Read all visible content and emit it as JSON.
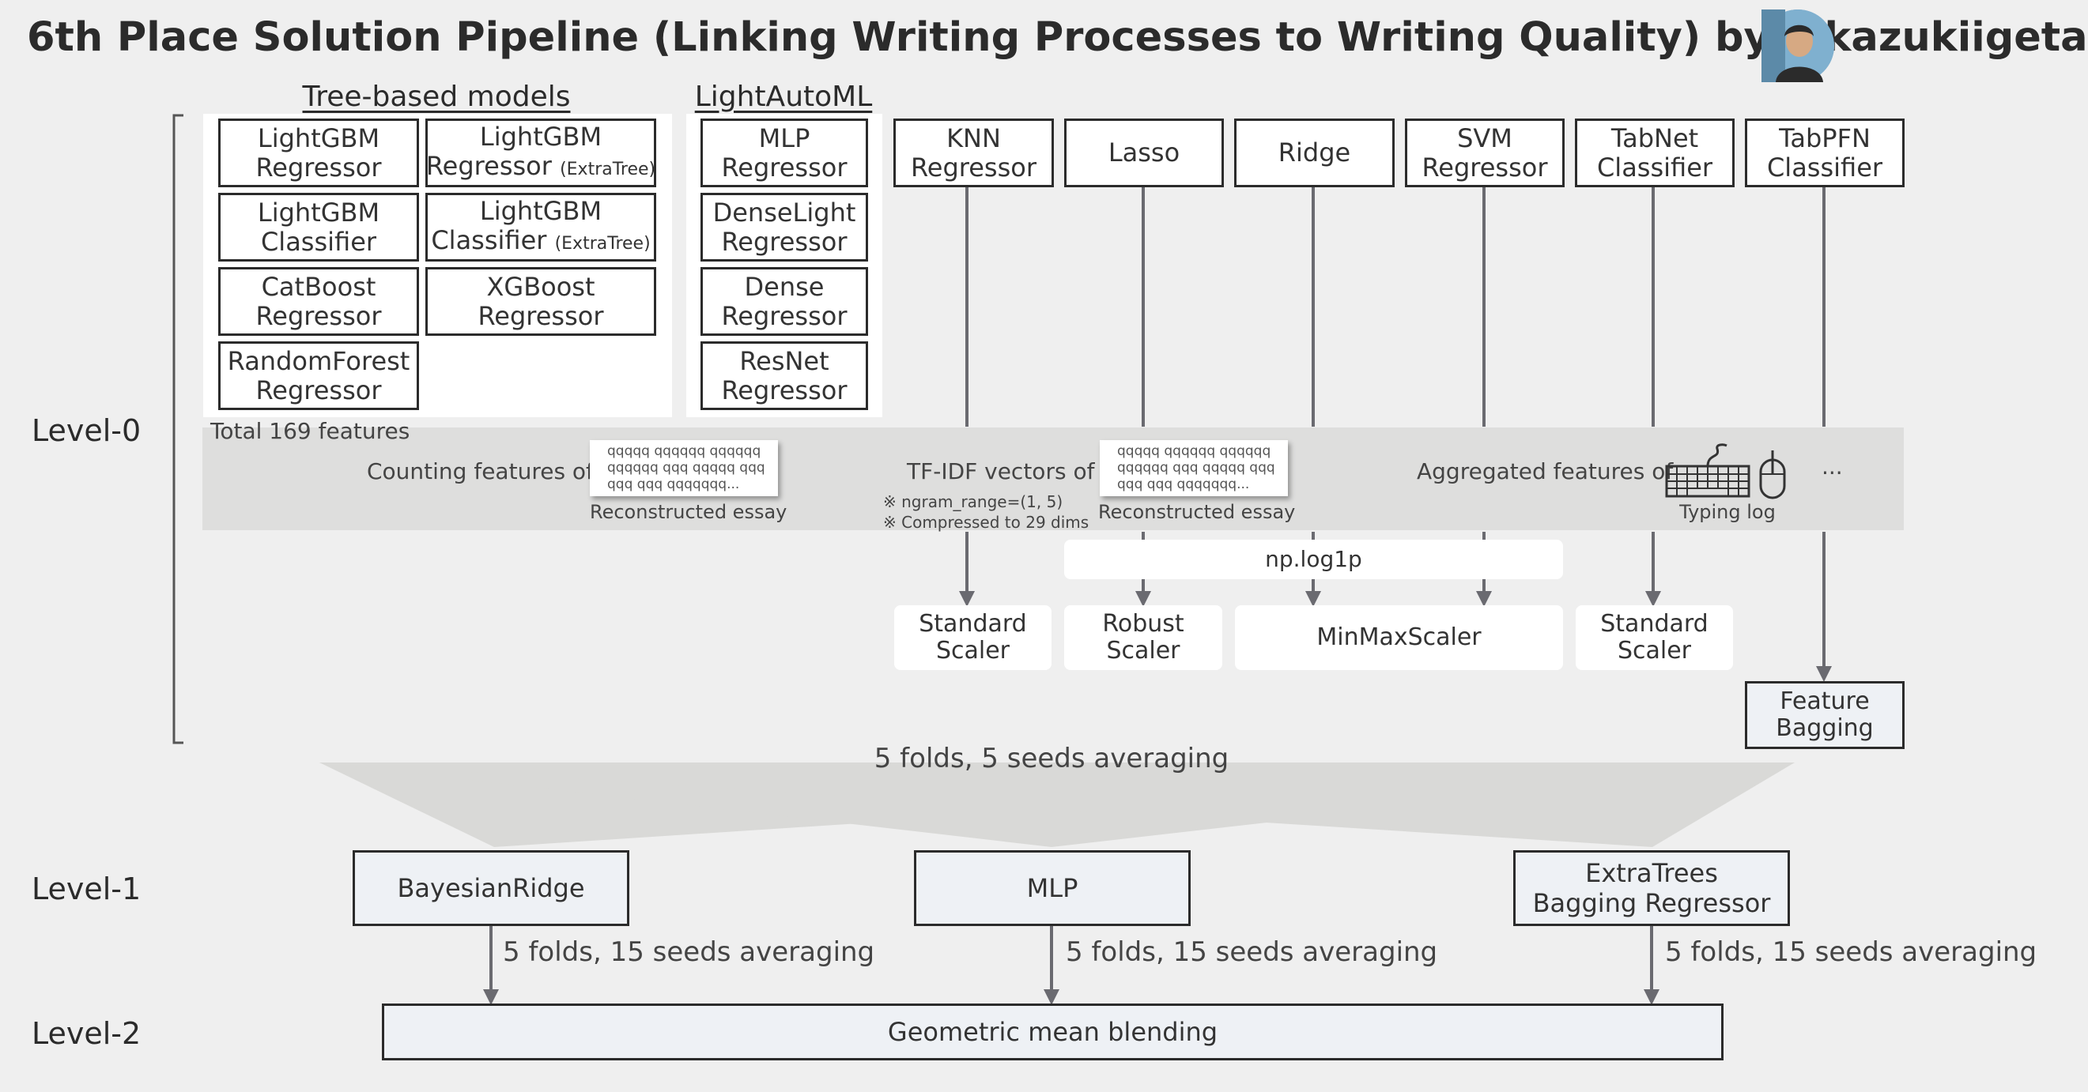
{
  "title": "6th Place Solution Pipeline (Linking Writing Processes to Writing Quality) by @kazukiigeta",
  "avatar_icon": "author-avatar",
  "groups": {
    "tree_title": "Tree-based models",
    "lightautoml_title": "LightAutoML"
  },
  "tree_models": [
    {
      "line1": "LightGBM",
      "line2": "Regressor",
      "suffix": ""
    },
    {
      "line1": "LightGBM",
      "line2": "Regressor",
      "suffix": "(ExtraTree)"
    },
    {
      "line1": "LightGBM",
      "line2": "Classifier",
      "suffix": ""
    },
    {
      "line1": "LightGBM",
      "line2": "Classifier",
      "suffix": "(ExtraTree)"
    },
    {
      "line1": "CatBoost",
      "line2": "Regressor",
      "suffix": ""
    },
    {
      "line1": "XGBoost",
      "line2": "Regressor",
      "suffix": ""
    },
    {
      "line1": "RandomForest",
      "line2": "Regressor",
      "suffix": ""
    }
  ],
  "lama_models": [
    {
      "line1": "MLP",
      "line2": "Regressor"
    },
    {
      "line1": "DenseLight",
      "line2": "Regressor"
    },
    {
      "line1": "Dense",
      "line2": "Regressor"
    },
    {
      "line1": "ResNet",
      "line2": "Regressor"
    }
  ],
  "other_models": [
    {
      "line1": "KNN",
      "line2": "Regressor"
    },
    {
      "line1": "Lasso",
      "line2": ""
    },
    {
      "line1": "Ridge",
      "line2": ""
    },
    {
      "line1": "SVM",
      "line2": "Regressor"
    },
    {
      "line1": "TabNet",
      "line2": "Classifier"
    },
    {
      "line1": "TabPFN",
      "line2": "Classifier"
    }
  ],
  "features": {
    "total": "Total 169 features",
    "counting": "Counting features of",
    "tfidf": "TF-IDF vectors of",
    "aggregated": "Aggregated features of",
    "essay_text": "qqqqq qqqqqq qqqqqq\nqqqqqq qqq qqqqq qqq\nqqq qqq qqqqqqq...",
    "reconstructed_essay": "Reconstructed essay",
    "ngram_note": "※ ngram_range=(1, 5)",
    "compressed_note": "※ Compressed to 29 dims",
    "typing_log": "Typing log",
    "ellipsis": "···",
    "keyboard_icon": "keyboard-icon",
    "mouse_icon": "mouse-icon"
  },
  "transforms": {
    "log1p": "np.log1p",
    "standard_scaler_1": {
      "line1": "Standard",
      "line2": "Scaler"
    },
    "robust_scaler": {
      "line1": "Robust",
      "line2": "Scaler"
    },
    "minmax_scaler": "MinMaxScaler",
    "standard_scaler_2": {
      "line1": "Standard",
      "line2": "Scaler"
    },
    "feature_bagging": {
      "line1": "Feature",
      "line2": "Bagging"
    }
  },
  "levels": {
    "level0": "Level-0",
    "level1": "Level-1",
    "level2": "Level-2"
  },
  "level0_avg": "5 folds, 5 seeds averaging",
  "level1_models": {
    "bayesian": "BayesianRidge",
    "mlp": "MLP",
    "extratrees_line1": "ExtraTrees",
    "extratrees_line2": "Bagging Regressor"
  },
  "level1_avg": [
    "5 folds, 15 seeds averaging",
    "5 folds, 15 seeds averaging",
    "5 folds, 15 seeds averaging"
  ],
  "level2": {
    "blend": "Geometric mean blending"
  },
  "colors": {
    "background": "#efefef",
    "band": "#dededd",
    "light_box": "#eef1f5",
    "line": "#6a6a70",
    "border": "#2b2b2b"
  }
}
